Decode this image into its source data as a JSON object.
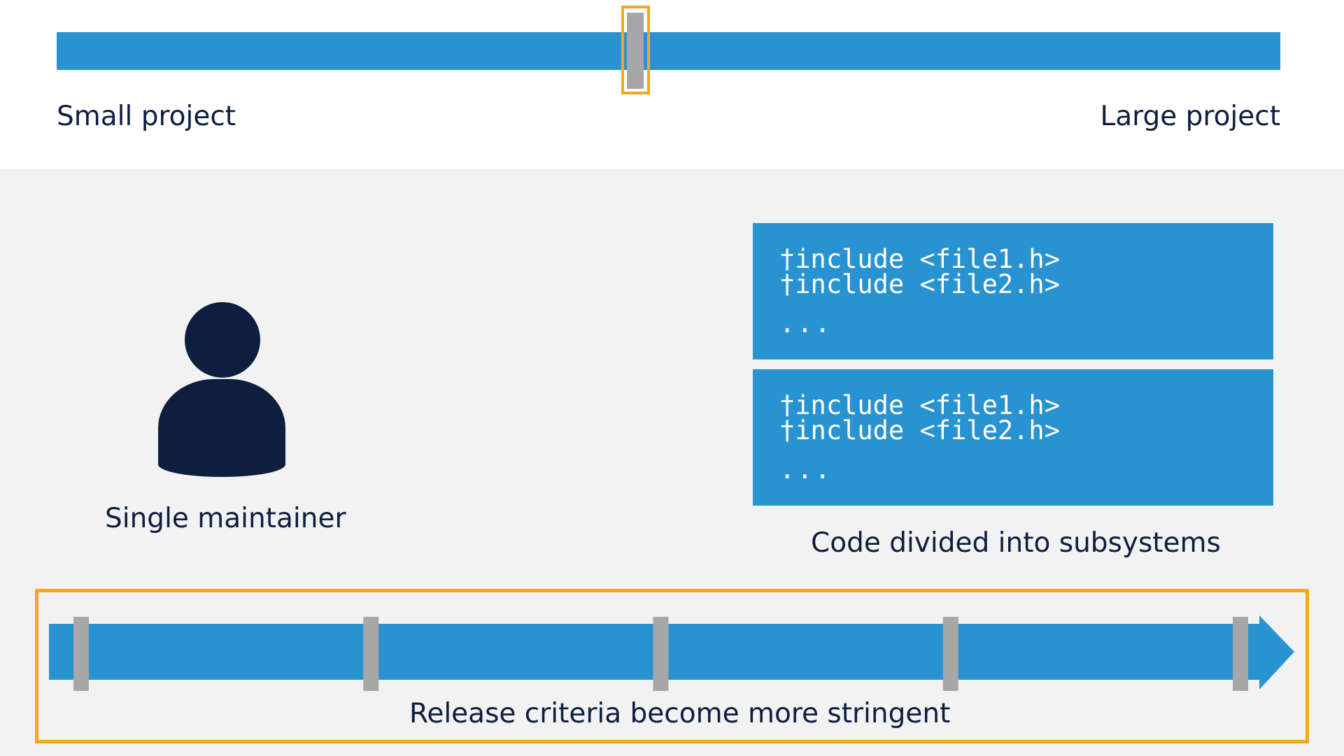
{
  "project_scale": {
    "min_label": "Small project",
    "max_label": "Large project",
    "marker_level": 0.5
  },
  "maintainer": {
    "icon": "person-icon",
    "label": "Single maintainer"
  },
  "subsystems": {
    "blocks": [
      {
        "lines": [
          "†include <file1.h>",
          "†include <file2.h>"
        ],
        "ellipsis": "..."
      },
      {
        "lines": [
          "†include <file1.h>",
          "†include <file2.h>"
        ],
        "ellipsis": "..."
      }
    ],
    "label": "Code divided into subsystems"
  },
  "release": {
    "label": "Release criteria become more stringent",
    "tick_count": 5
  },
  "colors": {
    "bar": "#2993d1",
    "highlight": "#f4a623",
    "marker": "#a7a7a7",
    "text": "#0e1e3f",
    "background": "#f2f2f2"
  }
}
